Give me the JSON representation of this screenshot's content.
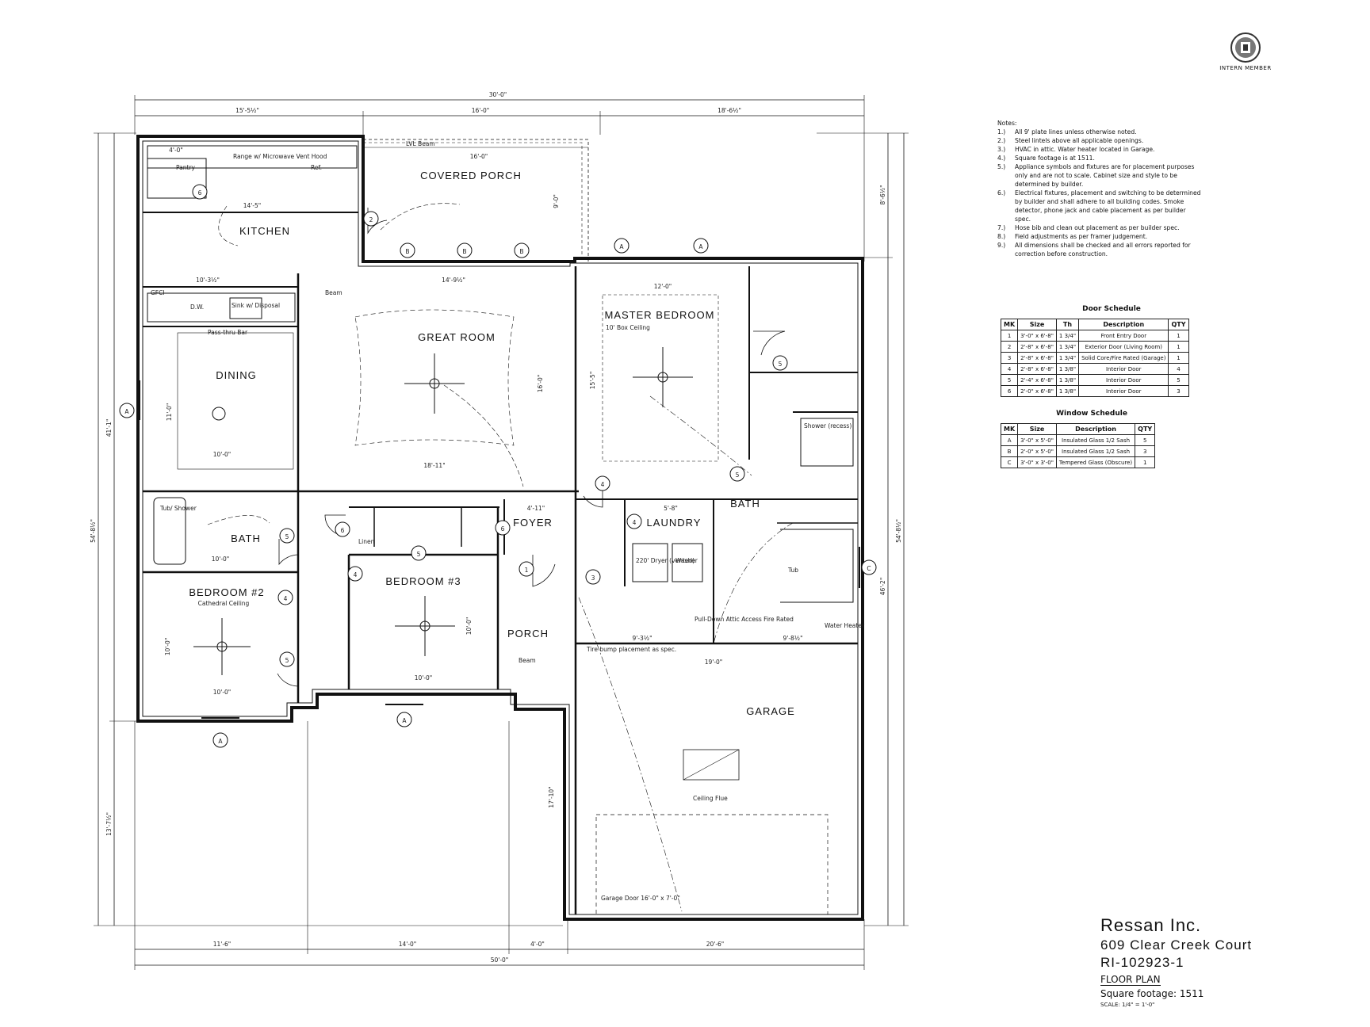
{
  "badge": {
    "caption": "INTERN MEMBER",
    "icon": "emblem-icon"
  },
  "rooms": {
    "kitchen": "KITCHEN",
    "covered_porch": "COVERED PORCH",
    "great_room": "GREAT ROOM",
    "master_bedroom": "MASTER BEDROOM",
    "master_sub": "10' Box Ceiling",
    "dining": "DINING",
    "bath1": "BATH",
    "bath2": "BATH",
    "bedroom2": "BEDROOM #2",
    "bedroom2_sub": "Cathedral Ceiling",
    "bedroom3": "BEDROOM #3",
    "foyer": "FOYER",
    "laundry": "LAUNDRY",
    "porch": "PORCH",
    "garage": "GARAGE",
    "pantry": "Pantry",
    "ref": "Ref.",
    "dw": "D.W.",
    "linen": "Linen",
    "dryer": "220' Dryer (vented)",
    "washer": "Washer",
    "pass_thru": "Pass-thru Bar",
    "lvl_beam": "LVL Beam",
    "beam": "Beam",
    "tub_shower": "Tub/ Shower",
    "shower": "Shower (recess)",
    "ceiling_flue": "Ceiling Flue",
    "garage_door": "Garage Door 16'-0\" x 7'-0\"",
    "tire_bump": "Tire bump placement as spec.",
    "attic_access": "Pull-Down Attic Access Fire Rated",
    "water_heater": "Water Heater",
    "tub": "Tub",
    "range": "Range w/ Microwave Vent Hood",
    "sink": "Sink w/ Disposal",
    "gfci": "GFCI"
  },
  "dimensions": {
    "top_total": "30'-0\"",
    "top_a": "15'-5½\"",
    "top_b": "16'-0\"",
    "top_c": "18'-6½\"",
    "bottom_total": "50'-0\"",
    "bottom_a": "11'-6\"",
    "bottom_b": "14'-0\"",
    "bottom_c": "4'-0\"",
    "bottom_d": "20'-6\"",
    "left_total": "54'-8½\"",
    "left_a": "41'-1\"",
    "left_b": "13'-7½\"",
    "right_total": "54'-8½\"",
    "right_a": "8'-6½\"",
    "right_b": "46'-2\"",
    "great_w": "14'-9½\"",
    "great_h": "16'-0\"",
    "great_w2": "18'-11\"",
    "master_w": "12'-0\"",
    "master_h": "15'-5\"",
    "dining_w": "10'-0\"",
    "dining_h": "11'-0\"",
    "kitchen_w": "14'-5\"",
    "kitchen_w2": "10'-3½\"",
    "porch_w": "16'-0\"",
    "porch_h": "9'-0\"",
    "garage_w": "19'-0\"",
    "garage_h": "17'-10\"",
    "garage_w2": "9'-3½\"",
    "garage_w3": "9'-8½\"",
    "bed2_w": "10'-0\"",
    "bed2_h": "10'-0\"",
    "bed3_w": "10'-0\"",
    "bed3_h": "10'-0\"",
    "bath_w": "10'-0\"",
    "laundry_w": "5'-8\"",
    "foyer_w": "4'-11\"",
    "pantry_w": "4'-0\""
  },
  "markers": {
    "window_a": "A",
    "window_b": "B",
    "window_c": "C",
    "door_1": "1",
    "door_2": "2",
    "door_3": "3",
    "door_4": "4",
    "door_5": "5",
    "door_6": "6"
  },
  "notes": {
    "heading": "Notes:",
    "items": [
      {
        "num": "1.)",
        "text": "All 9' plate lines unless otherwise noted."
      },
      {
        "num": "2.)",
        "text": "Steel lintels above all applicable openings."
      },
      {
        "num": "3.)",
        "text": "HVAC in attic. Water heater located in Garage."
      },
      {
        "num": "4.)",
        "text": "Square footage is at 1511."
      },
      {
        "num": "5.)",
        "text": "Appliance symbols and fixtures are for placement purposes only and are not to scale. Cabinet size and style to be determined by builder."
      },
      {
        "num": "6.)",
        "text": "Electrical fixtures, placement and switching to be determined by builder and shall adhere to all building codes. Smoke detector, phone jack and cable placement as per builder spec."
      },
      {
        "num": "7.)",
        "text": "Hose bib and clean out placement as per builder spec."
      },
      {
        "num": "8.)",
        "text": "Field adjustments as per framer judgement."
      },
      {
        "num": "9.)",
        "text": "All dimensions shall be checked and all errors reported for correction before construction."
      }
    ]
  },
  "door_schedule": {
    "title": "Door Schedule",
    "headers": [
      "MK",
      "Size",
      "Th",
      "Description",
      "QTY"
    ],
    "rows": [
      [
        "1",
        "3'-0\" x 6'-8\"",
        "1 3/4\"",
        "Front Entry Door",
        "1"
      ],
      [
        "2",
        "2'-8\" x 6'-8\"",
        "1 3/4\"",
        "Exterior Door (Living Room)",
        "1"
      ],
      [
        "3",
        "2'-8\" x 6'-8\"",
        "1 3/4\"",
        "Solid Core/Fire Rated (Garage)",
        "1"
      ],
      [
        "4",
        "2'-8\" x 6'-8\"",
        "1 3/8\"",
        "Interior Door",
        "4"
      ],
      [
        "5",
        "2'-4\" x 6'-8\"",
        "1 3/8\"",
        "Interior Door",
        "5"
      ],
      [
        "6",
        "2'-0\" x 6'-8\"",
        "1 3/8\"",
        "Interior Door",
        "3"
      ]
    ]
  },
  "window_schedule": {
    "title": "Window Schedule",
    "headers": [
      "MK",
      "Size",
      "Description",
      "QTY"
    ],
    "rows": [
      [
        "A",
        "3'-0\" x 5'-0\"",
        "Insulated Glass 1/2 Sash",
        "5"
      ],
      [
        "B",
        "2'-0\" x 5'-0\"",
        "Insulated Glass 1/2 Sash",
        "3"
      ],
      [
        "C",
        "3'-0\" x 3'-0\"",
        "Tempered Glass (Obscure)",
        "1"
      ]
    ]
  },
  "title_block": {
    "company": "Ressan Inc.",
    "address": "609 Clear Creek Court",
    "job": "RI-102923-1",
    "sheet": "FLOOR PLAN",
    "square_footage": "Square footage: 1511",
    "scale": "SCALE: 1/4\" = 1'-0\""
  }
}
